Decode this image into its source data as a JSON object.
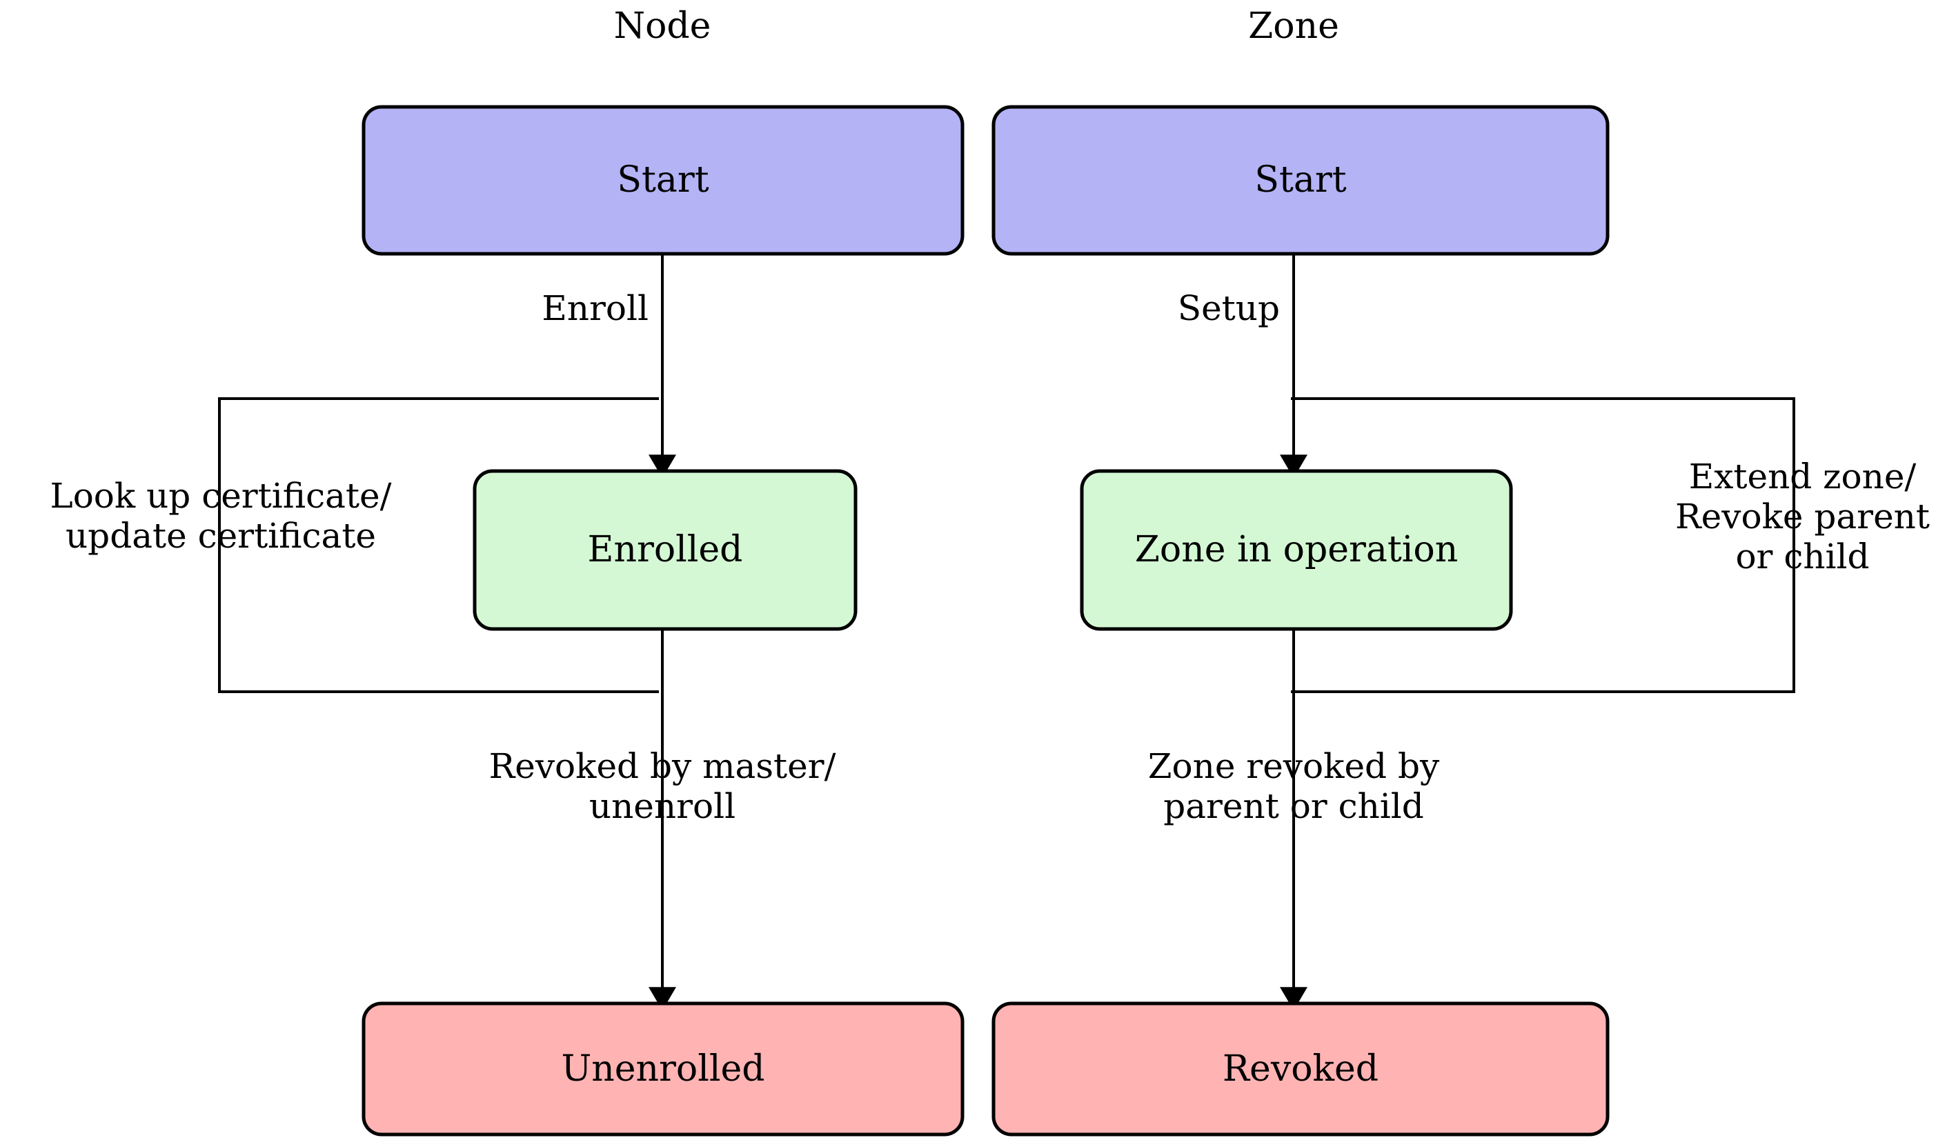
{
  "diagram": {
    "type": "state-machine-flowchart",
    "background_color": "#ffffff",
    "columns": [
      {
        "id": "node",
        "header": "Node"
      },
      {
        "id": "zone",
        "header": "Zone"
      }
    ],
    "colors": {
      "start_fill": "#b3b3f5",
      "active_fill": "#d4f8d4",
      "terminal_fill": "#ffb3b3",
      "stroke": "#000000",
      "text": "#000000"
    },
    "node_column": {
      "header": "Node",
      "states": [
        {
          "id": "node-start",
          "label": "Start",
          "kind": "start",
          "fill": "#b3b3f5"
        },
        {
          "id": "node-enrolled",
          "label": "Enrolled",
          "kind": "active",
          "fill": "#d4f8d4"
        },
        {
          "id": "node-unenrolled",
          "label": "Unenrolled",
          "kind": "terminal",
          "fill": "#ffb3b3"
        }
      ],
      "transitions": [
        {
          "id": "node-enroll",
          "label": "Enroll",
          "from": "node-start",
          "to": "node-enrolled",
          "shape": "straight"
        },
        {
          "id": "node-selfloop",
          "label": "Look up certificate/\nupdate certificate",
          "from": "node-enrolled",
          "to": "node-enrolled",
          "shape": "loop-left"
        },
        {
          "id": "node-unenroll",
          "label": "Revoked by master/\nunenroll",
          "from": "node-enrolled",
          "to": "node-unenrolled",
          "shape": "straight"
        }
      ]
    },
    "zone_column": {
      "header": "Zone",
      "states": [
        {
          "id": "zone-start",
          "label": "Start",
          "kind": "start",
          "fill": "#b3b3f5"
        },
        {
          "id": "zone-operation",
          "label": "Zone in operation",
          "kind": "active",
          "fill": "#d4f8d4"
        },
        {
          "id": "zone-revoked",
          "label": "Revoked",
          "kind": "terminal",
          "fill": "#ffb3b3"
        }
      ],
      "transitions": [
        {
          "id": "zone-setup",
          "label": "Setup",
          "from": "zone-start",
          "to": "zone-operation",
          "shape": "straight"
        },
        {
          "id": "zone-selfloop",
          "label": "Extend zone/\nRevoke parent\nor child",
          "from": "zone-operation",
          "to": "zone-operation",
          "shape": "loop-right"
        },
        {
          "id": "zone-revoke",
          "label": "Zone revoked by\nparent or child",
          "from": "zone-operation",
          "to": "zone-revoked",
          "shape": "straight"
        }
      ]
    }
  }
}
